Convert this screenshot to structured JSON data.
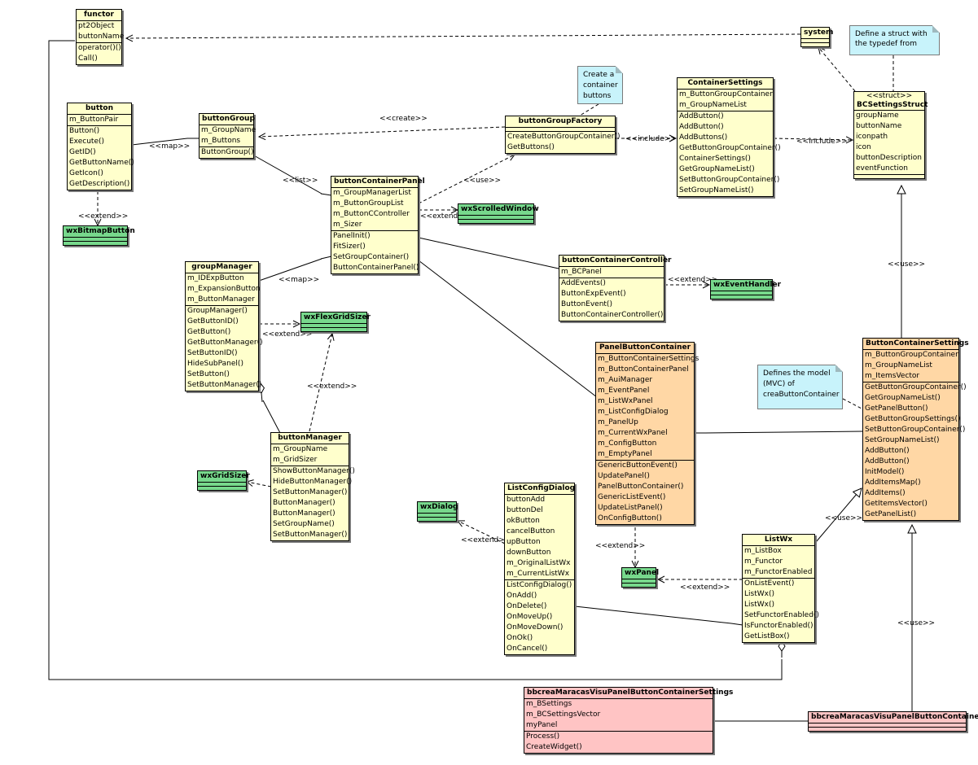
{
  "classes": {
    "functor": {
      "name": "functor",
      "attributes": [
        "pt2Object",
        "buttonName"
      ],
      "methods": [
        "operator()()",
        "Call()"
      ]
    },
    "system": {
      "name": "system",
      "attributes": [],
      "methods": []
    },
    "button": {
      "name": "button",
      "attributes": [
        "m_ButtonPair"
      ],
      "methods": [
        "Button()",
        "Execute()",
        "GetID()",
        "GetButtonName()",
        "GetIcon()",
        "GetDescription()"
      ]
    },
    "wxBitmapButton": {
      "name": "wxBitmapButton"
    },
    "buttonGroup": {
      "name": "buttonGroup",
      "attributes": [
        "m_GroupName",
        "m_Buttons"
      ],
      "methods": [
        "ButtonGroup()"
      ]
    },
    "buttonGroupFactory": {
      "name": "buttonGroupFactory",
      "attributes": [],
      "methods": [
        "CreateButtonGroupContainer()",
        "GetButtons()"
      ]
    },
    "ContainerSettings": {
      "name": "ContainerSettings",
      "attributes": [
        "m_ButtonGroupContainer",
        "m_GroupNameList"
      ],
      "methods": [
        "AddButton()",
        "AddButton()",
        "AddButtons()",
        "GetButtonGroupContainer()",
        "ContainerSettings()",
        "GetGroupNameList()",
        "SetButtonGroupContainer()",
        "SetGroupNameList()"
      ]
    },
    "BCSettingsStruct": {
      "stereotype": "<<struct>>",
      "name": "BCSettingsStruct",
      "attributes": [
        "groupName",
        "buttonName",
        "iconpath",
        "icon",
        "buttonDescription",
        "eventFunction"
      ],
      "methods": []
    },
    "buttonContainerPanel": {
      "name": "buttonContainerPanel",
      "attributes": [
        "m_GroupManagerList",
        "m_ButtonGroupList",
        "m_ButtonCController",
        "m_Sizer"
      ],
      "methods": [
        "PanelInit()",
        "FitSizer()",
        "SetGroupContainer()",
        "ButtonContainerPanel()"
      ]
    },
    "wxScrolledWindow": {
      "name": "wxScrolledWindow"
    },
    "groupManager": {
      "name": "groupManager",
      "attributes": [
        "m_IDExpButton",
        "m_ExpansionButton",
        "m_ButtonManager"
      ],
      "methods": [
        "GroupManager()",
        "GetButtonID()",
        "GetButton()",
        "GetButtonManager()",
        "SetButtonID()",
        "HideSubPanel()",
        "SetButton()",
        "SetButtonManager()"
      ]
    },
    "wxFlexGridSizer": {
      "name": "wxFlexGridSizer"
    },
    "buttonContainerController": {
      "name": "buttonContainerController",
      "attributes": [
        "m_BCPanel"
      ],
      "methods": [
        "AddEvents()",
        "ButtonExpEvent()",
        "ButtonEvent()",
        "ButtonContainerController()"
      ]
    },
    "wxEventHandler": {
      "name": "wxEventHandler"
    },
    "PanelButtonContainer": {
      "name": "PanelButtonContainer",
      "attributes": [
        "m_ButtonContainerSettings",
        "m_ButtonContainerPanel",
        "m_AuiManager",
        "m_EventPanel",
        "m_ListWxPanel",
        "m_ListConfigDialog",
        "m_PanelUp",
        "m_CurrentWxPanel",
        "m_ConfigButton",
        "m_EmptyPanel"
      ],
      "methods": [
        "GenericButtonEvent()",
        "UpdatePanel()",
        "PanelButtonContainer()",
        "GenericListEvent()",
        "UpdateListPanel()",
        "OnConfigButton()"
      ]
    },
    "ButtonContainerSettings": {
      "name": "ButtonContainerSettings",
      "attributes": [
        "m_ButtonGroupContainer",
        "m_GroupNameList",
        "m_ItemsVector"
      ],
      "methods": [
        "GetButtonGroupContainer()",
        "GetGroupNameList()",
        "GetPanelButton()",
        "GetButtonGroupSettings()",
        "SetButtonGroupContainer()",
        "SetGroupNameList()",
        "AddButton()",
        "AddButton()",
        "InitModel()",
        "AddItemsMap()",
        "AddItems()",
        "GetItemsVector()",
        "GetPanelList()"
      ]
    },
    "buttonManager": {
      "name": "buttonManager",
      "attributes": [
        "m_GroupName",
        "m_GridSizer"
      ],
      "methods": [
        "ShowButtonManager()",
        "HideButtonManager()",
        "SetButtonManager()",
        "ButtonManager()",
        "ButtonManager()",
        "SetGroupName()",
        "SetButtonManager()"
      ]
    },
    "wxGridSizer": {
      "name": "wxGridSizer"
    },
    "ListConfigDialog": {
      "name": "ListConfigDialog",
      "attributes": [
        "buttonAdd",
        "buttonDel",
        "okButton",
        "cancelButton",
        "upButton",
        "downButton",
        "m_OriginalListWx",
        "m_CurrentListWx"
      ],
      "methods": [
        "ListConfigDialog()",
        "OnAdd()",
        "OnDelete()",
        "OnMoveUp()",
        "OnMoveDown()",
        "OnOk()",
        "OnCancel()"
      ]
    },
    "wxDialog": {
      "name": "wxDialog"
    },
    "wxPanel": {
      "name": "wxPanel"
    },
    "ListWx": {
      "name": "ListWx",
      "attributes": [
        "m_ListBox",
        "m_Functor",
        "m_FunctorEnabled"
      ],
      "methods": [
        "OnListEvent()",
        "ListWx()",
        "ListWx()",
        "SetFunctorEnabled()",
        "IsFunctorEnabled()",
        "GetListBox()"
      ]
    },
    "bbSettings": {
      "name": "bbcreaMaracasVisuPanelButtonContainerSettings",
      "attributes": [
        "m_BSettings",
        "m_BCSettingsVector",
        "myPanel"
      ],
      "methods": [
        "Process()",
        "CreateWidget()"
      ]
    },
    "bbContainer": {
      "name": "bbcreaMaracasVisuPanelButtonContainer",
      "attributes": [],
      "methods": []
    }
  },
  "notes": {
    "struct": [
      "Define a struct with",
      "the typedef from"
    ],
    "container": [
      "Create a",
      "container",
      "buttons"
    ],
    "model": [
      "Defines the model",
      "(MVC) of",
      "creaButtonContainer"
    ]
  },
  "relations": {
    "map1": "<<map>>",
    "create": "<<create>>",
    "list": "<<list>>",
    "use1": "<<use>>",
    "include1": "<<include>>",
    "include2": "<<include>>",
    "extend_scrolled": "<<extend>>",
    "extend_bitmap": "<<extend>>",
    "map2": "<<map>>",
    "extend_flex": "<<extend>>",
    "extend_flex2": "<<extend>>",
    "extend_event": "<<extend>>",
    "use2": "<<use>>",
    "extend_dialog": "<<extend>>",
    "extend_panel": "<<extend>>",
    "extend_panel2": "<<extend>>",
    "use3": "<<use>>",
    "use4": "<<use>>"
  }
}
